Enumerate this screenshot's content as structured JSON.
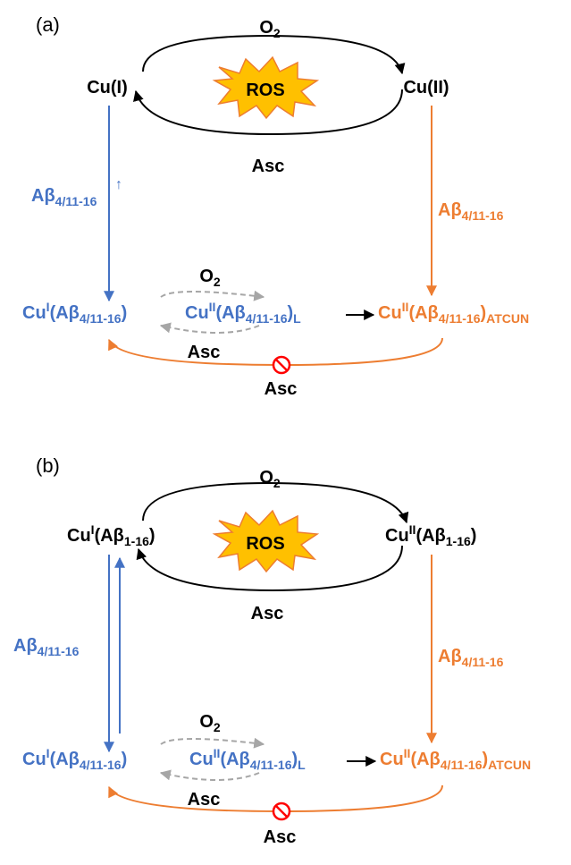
{
  "panels": [
    {
      "label": "(a)",
      "top": {
        "left": "Cu(I)",
        "right": "Cu(II)",
        "over": "O",
        "over_sub": "2",
        "under": "Asc",
        "burst": "ROS"
      },
      "left_arrow": {
        "text": "Aβ",
        "sub": "4/11-16",
        "mark": "↑"
      },
      "right_arrow": {
        "text": "Aβ",
        "sub": "4/11-16"
      },
      "bottom": {
        "left": {
          "base": "Cu",
          "sup": "I",
          "mid": "(Aβ",
          "sub": "4/11-16",
          "end": ")"
        },
        "mid": {
          "base": "Cu",
          "sup": "II",
          "mid": "(Aβ",
          "sub": "4/11-16",
          "end": ")",
          "sub2": "L"
        },
        "right": {
          "base": "Cu",
          "sup": "II",
          "mid": "(Aβ",
          "sub": "4/11-16",
          "end": ")",
          "sub2": "ATCUN"
        },
        "dashed_over": "O",
        "dashed_over_sub": "2",
        "dashed_under": "Asc",
        "blocked": "Asc"
      }
    },
    {
      "label": "(b)",
      "top": {
        "left": {
          "base": "Cu",
          "sup": "I",
          "mid": "(Aβ",
          "sub": "1-16",
          "end": ")"
        },
        "right": {
          "base": "Cu",
          "sup": "II",
          "mid": "(Aβ",
          "sub": "1-16",
          "end": ")"
        },
        "over": "O",
        "over_sub": "2",
        "under": "Asc",
        "burst": "ROS"
      },
      "left_arrow": {
        "text": "Aβ",
        "sub": "4/11-16"
      },
      "right_arrow": {
        "text": "Aβ",
        "sub": "4/11-16"
      },
      "bottom": {
        "left": {
          "base": "Cu",
          "sup": "I",
          "mid": "(Aβ",
          "sub": "4/11-16",
          "end": ")"
        },
        "mid": {
          "base": "Cu",
          "sup": "II",
          "mid": "(Aβ",
          "sub": "4/11-16",
          "end": ")",
          "sub2": "L"
        },
        "right": {
          "base": "Cu",
          "sup": "II",
          "mid": "(Aβ",
          "sub": "4/11-16",
          "end": ")",
          "sub2": "ATCUN"
        },
        "dashed_over": "O",
        "dashed_over_sub": "2",
        "dashed_under": "Asc",
        "blocked": "Asc"
      }
    }
  ],
  "colors": {
    "black": "#000000",
    "blue": "#4472C4",
    "orange": "#ED7D31",
    "gray": "#A6A6A6",
    "burst": "#FFC000",
    "burst_edge": "#ED7D31",
    "block": "#FF0000"
  }
}
